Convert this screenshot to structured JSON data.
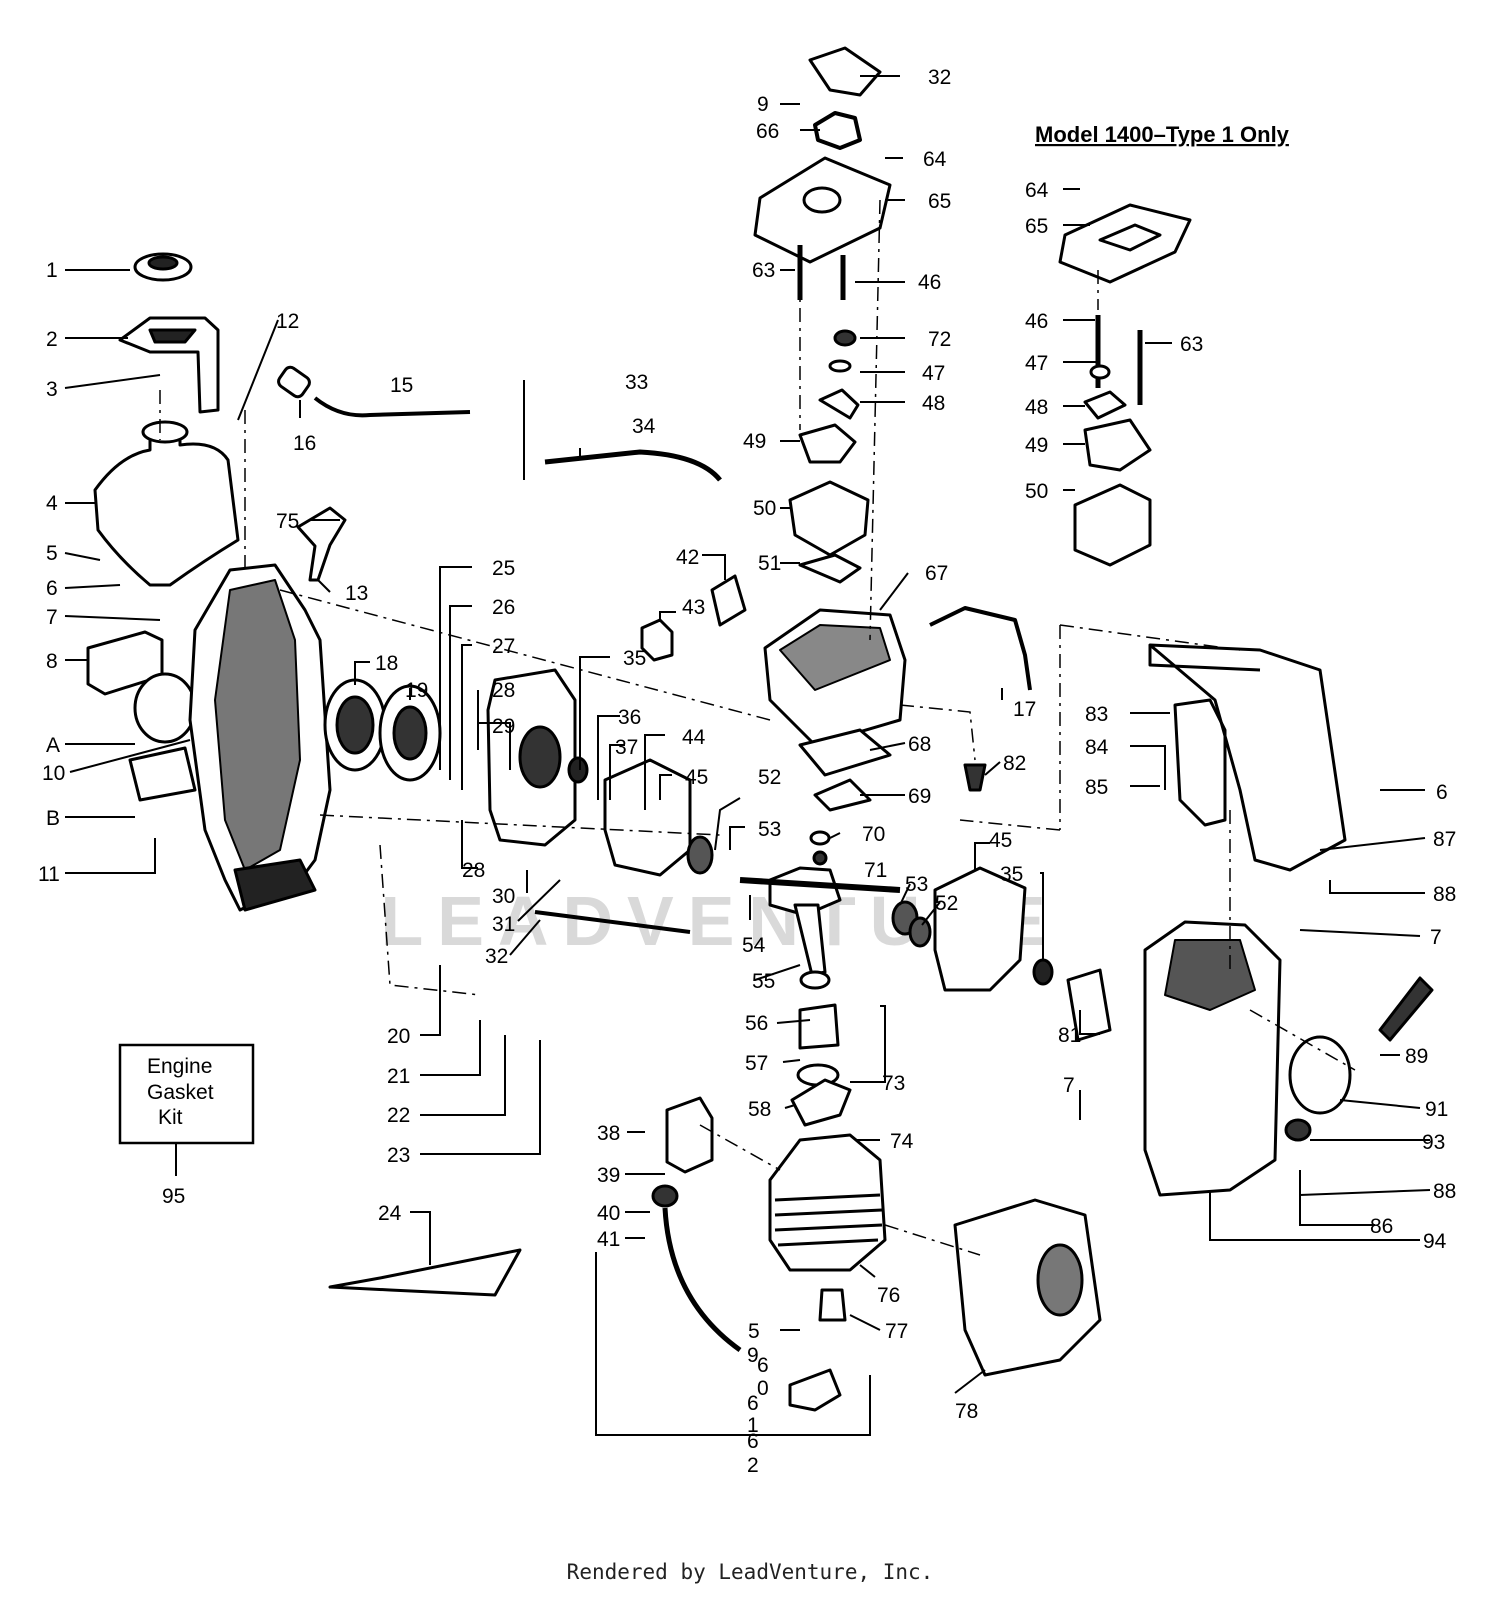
{
  "header": {
    "title": "Model 1400–Type 1 Only"
  },
  "kit_box": {
    "lines": [
      "Engine",
      "Gasket",
      "Kit"
    ],
    "number": "95"
  },
  "footer": {
    "text": "Rendered by LeadVenture, Inc."
  },
  "watermark": {
    "text": "LEADVENTURE"
  },
  "callouts": [
    "1",
    "2",
    "3",
    "4",
    "5",
    "6",
    "7",
    "8",
    "A",
    "10",
    "B",
    "11",
    "12",
    "15",
    "16",
    "75",
    "13",
    "18",
    "19",
    "25",
    "26",
    "27",
    "28",
    "29",
    "28",
    "30",
    "31",
    "32",
    "20",
    "21",
    "22",
    "23",
    "24",
    "33",
    "34",
    "35",
    "36",
    "37",
    "44",
    "43",
    "42",
    "45",
    "52",
    "53",
    "54",
    "55",
    "9",
    "66",
    "32",
    "64",
    "65",
    "63",
    "46",
    "72",
    "47",
    "48",
    "49",
    "50",
    "51",
    "67",
    "17",
    "68",
    "69",
    "70",
    "71",
    "82",
    "53",
    "52",
    "45",
    "35",
    "56",
    "57",
    "58",
    "73",
    "74",
    "38",
    "39",
    "40",
    "41",
    "5",
    "77",
    "76",
    "78",
    "83",
    "84",
    "85",
    "6",
    "87",
    "88",
    "7",
    "89",
    "81",
    "91",
    "93",
    "7",
    "88",
    "86",
    "94",
    "64",
    "65",
    "46",
    "63",
    "47",
    "48",
    "49",
    "50"
  ],
  "stacked_labels": {
    "l59": [
      "5",
      "9"
    ],
    "l60": [
      "6",
      "0"
    ],
    "l61": [
      "6",
      "1"
    ],
    "l62": [
      "6",
      "2"
    ]
  }
}
